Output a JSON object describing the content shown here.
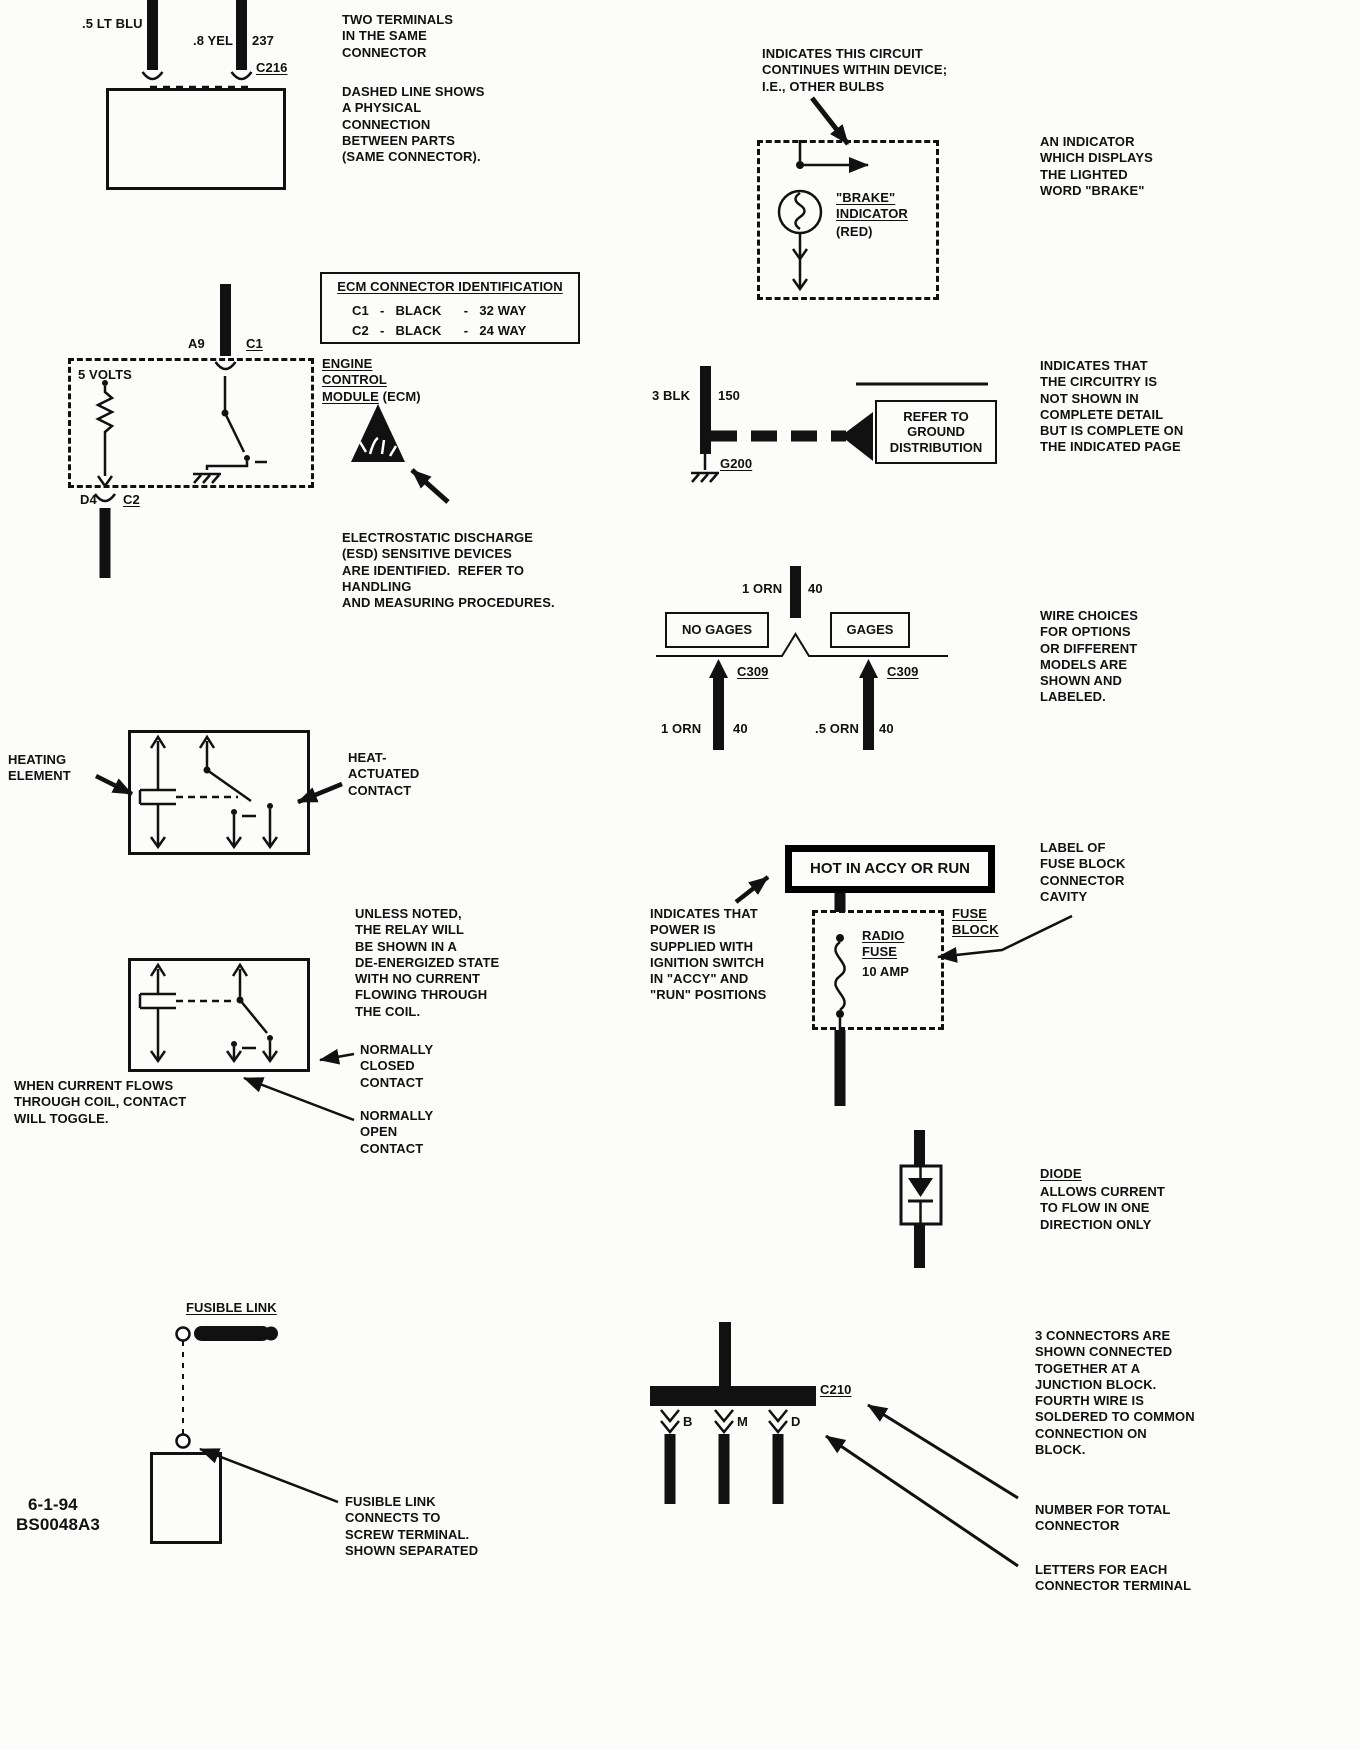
{
  "footer": {
    "date": "6-1-94",
    "code": "BS0048A3"
  },
  "sec_connector": {
    "wire_left": ".5 LT BLU",
    "wire_right": ".8 YEL",
    "circuit_num": "237",
    "connector": "C216",
    "note_terminals": "TWO TERMINALS\nIN THE SAME\nCONNECTOR",
    "note_dashed": "DASHED LINE SHOWS\nA PHYSICAL\nCONNECTION\nBETWEEN PARTS\n(SAME CONNECTOR)."
  },
  "sec_indicator": {
    "note_continues": "INDICATES THIS CIRCUIT\nCONTINUES WITHIN DEVICE;\nI.E., OTHER BULBS",
    "label_brake": "\"BRAKE\"\nINDICATOR",
    "label_red": "(RED)",
    "note_display": "AN INDICATOR\nWHICH DISPLAYS\nTHE LIGHTED\nWORD \"BRAKE\""
  },
  "sec_ecm": {
    "id_title": "ECM CONNECTOR IDENTIFICATION",
    "id_row1": "C1   -   BLACK      -   32 WAY",
    "id_row2": "C2   -   BLACK      -   24 WAY",
    "pin_a9": "A9",
    "conn_c1": "C1",
    "volts": "5 VOLTS",
    "pin_d4": "D4",
    "conn_c2": "C2",
    "module_u": "ENGINE\nCONTROL\nMODULE",
    "module_rest": "(ECM)",
    "note_esd": "ELECTROSTATIC DISCHARGE\n(ESD) SENSITIVE DEVICES\nARE IDENTIFIED.  REFER TO\nHANDLING\nAND MEASURING PROCEDURES."
  },
  "sec_ground": {
    "wire": "3 BLK",
    "circuit": "150",
    "ground_id": "G200",
    "box": "REFER TO\nGROUND\nDISTRIBUTION",
    "note": "INDICATES THAT\nTHE CIRCUITRY IS\nNOT SHOWN IN\nCOMPLETE DETAIL\nBUT IS COMPLETE ON\nTHE INDICATED PAGE"
  },
  "sec_options": {
    "wire_top": "1 ORN",
    "num_top": "40",
    "box_left": "NO GAGES",
    "box_right": "GAGES",
    "conn_left": "C309",
    "conn_right": "C309",
    "wire_bl": "1 ORN",
    "num_bl": "40",
    "wire_br": ".5 ORN",
    "num_br": "40",
    "note": "WIRE CHOICES\nFOR OPTIONS\nOR DIFFERENT\nMODELS ARE\nSHOWN AND\nLABELED."
  },
  "sec_heater": {
    "label_element": "HEATING\nELEMENT",
    "label_contact": "HEAT-\nACTUATED\nCONTACT"
  },
  "sec_relay": {
    "note_state": "UNLESS NOTED,\nTHE RELAY WILL\nBE SHOWN IN A\nDE-ENERGIZED STATE\nWITH NO CURRENT\nFLOWING THROUGH\nTHE COIL.",
    "label_nc": "NORMALLY\nCLOSED\nCONTACT",
    "label_no": "NORMALLY\nOPEN\nCONTACT",
    "note_toggle": "WHEN CURRENT FLOWS\nTHROUGH COIL, CONTACT\nWILL TOGGLE."
  },
  "sec_fuse": {
    "hot_label": "HOT IN ACCY OR RUN",
    "note_power": "INDICATES THAT\nPOWER IS\nSUPPLIED WITH\nIGNITION SWITCH\nIN \"ACCY\" AND\n\"RUN\" POSITIONS",
    "fuse_block": "FUSE\nBLOCK",
    "fuse_name": "RADIO\nFUSE",
    "fuse_amp": "10 AMP",
    "note_label": "LABEL OF\nFUSE BLOCK\nCONNECTOR\nCAVITY"
  },
  "sec_diode": {
    "title": "DIODE",
    "note": "ALLOWS CURRENT\nTO FLOW IN ONE\nDIRECTION ONLY"
  },
  "sec_fusible": {
    "title": "FUSIBLE LINK",
    "note": "FUSIBLE LINK\nCONNECTS TO\nSCREW TERMINAL.\nSHOWN SEPARATED"
  },
  "sec_junction": {
    "connector": "C210",
    "term_b": "B",
    "term_m": "M",
    "term_d": "D",
    "note": "3 CONNECTORS ARE\nSHOWN CONNECTED\nTOGETHER AT A\nJUNCTION BLOCK.\nFOURTH WIRE IS\nSOLDERED TO COMMON\nCONNECTION ON\nBLOCK.",
    "note_number": "NUMBER FOR TOTAL\nCONNECTOR",
    "note_letters": "LETTERS FOR EACH\nCONNECTOR TERMINAL"
  }
}
